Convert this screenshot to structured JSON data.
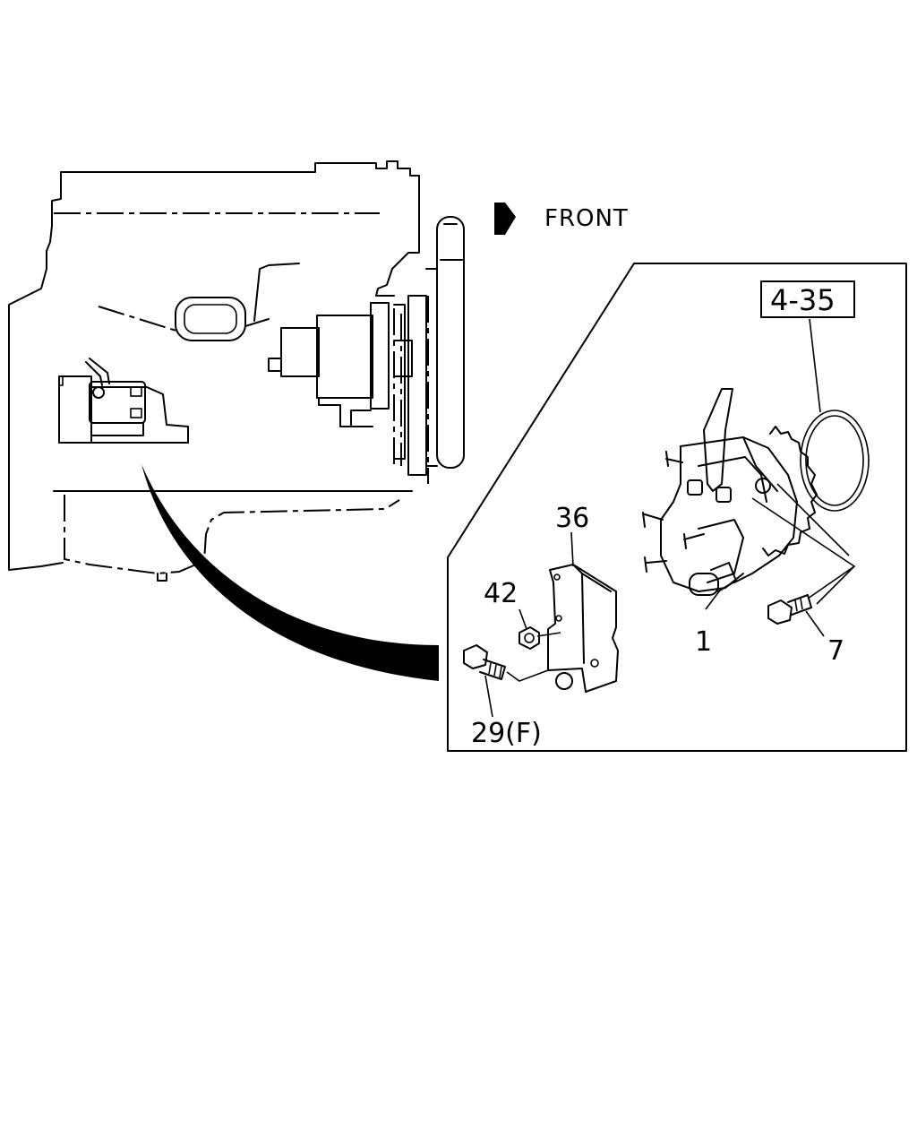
{
  "diagram": {
    "direction_label": "FRONT",
    "callouts": {
      "ref_4_35": "4-35",
      "part_36": "36",
      "part_42": "42",
      "part_1": "1",
      "part_7": "7",
      "part_29": "29(F)"
    }
  }
}
